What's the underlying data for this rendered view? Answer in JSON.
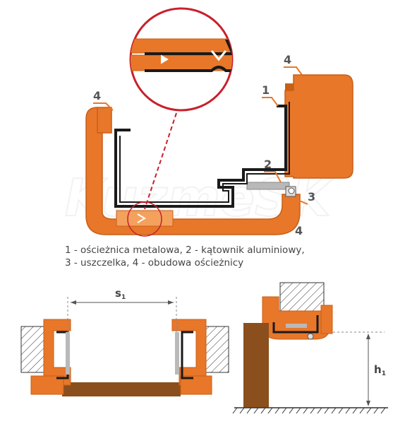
{
  "watermark": "KuzmeSK",
  "callouts": {
    "n1": "1",
    "n2": "2",
    "n3": "3",
    "n4_left": "4",
    "n4_top_right": "4",
    "n4_bottom": "4"
  },
  "legend": {
    "line1": "1 - ościeżnica metalowa, 2 - kątownik aluminiowy,",
    "line2": "3 - uszczelka, 4 - obudowa ościeżnicy"
  },
  "dimensions": {
    "s_main": "s",
    "s_sub": "1",
    "h_main": "h",
    "h_sub": "1"
  },
  "colors": {
    "casing": "#e8772a",
    "casing_shadow": "#c85f16",
    "steel": "#1a1a1a",
    "aluminium": "#b9b9b9",
    "zoom_ring": "#c8202a",
    "wood": "#8a4f1c",
    "label_underline": "#e8772a"
  }
}
